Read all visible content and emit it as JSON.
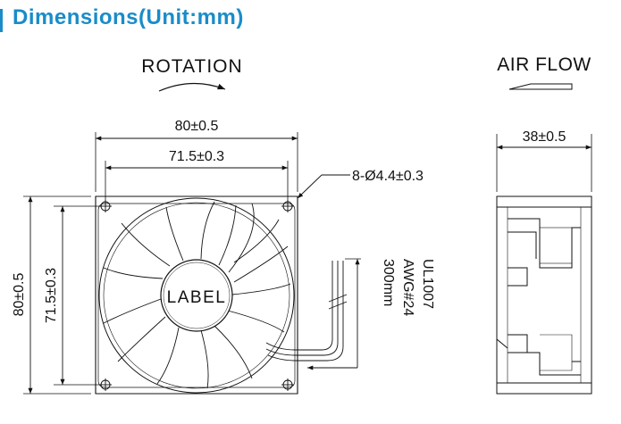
{
  "header": {
    "title": "Dimensions(Unit:mm)",
    "accent_color": "#1a8cc8"
  },
  "front_view": {
    "rotation_label": "ROTATION",
    "overall_width": "80±0.5",
    "hole_spacing_width": "71.5±0.3",
    "mounting_holes": "8-Ø4.4±0.3",
    "overall_height": "80±0.5",
    "hole_spacing_height": "71.5±0.3",
    "hub_label": "LABEL",
    "wire_spec": [
      "UL1007",
      "AWG#24",
      "300mm"
    ]
  },
  "side_view": {
    "airflow_label": "AIR FLOW",
    "depth": "38±0.5"
  }
}
